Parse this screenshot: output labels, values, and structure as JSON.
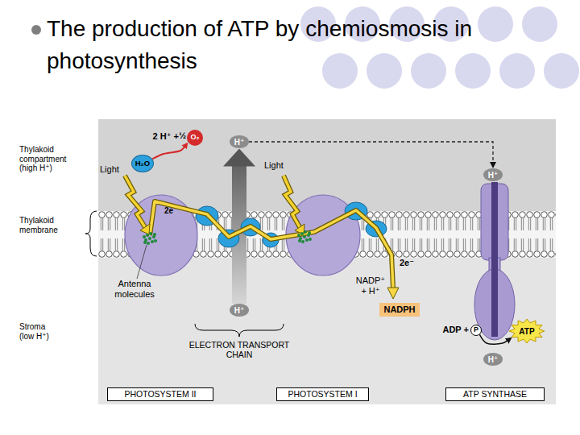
{
  "diagram": {
    "title": "The production of ATP by chemiosmosis in photosynthesis",
    "nodes": [
      {
        "text": [
          "O₂"
        ]
      },
      {
        "text": [
          "H⁺"
        ]
      },
      {
        "text": [
          "H₂O"
        ]
      },
      {
        "text": [
          "H⁺"
        ]
      },
      {
        "text": [
          "H⁺"
        ]
      },
      {
        "text": [
          "NADPH"
        ]
      },
      {
        "text": [
          "P"
        ]
      },
      {
        "text": [
          "ATP"
        ]
      },
      {
        "text": [
          "H⁺"
        ]
      },
      {
        "text": [
          "PHOTOSYSTEM II"
        ]
      },
      {
        "text": [
          "PHOTOSYSTEM I"
        ]
      },
      {
        "text": [
          "ATP SYNTHASE"
        ]
      }
    ],
    "edges": [
      {
        "from": 2,
        "to": 0,
        "arrow": "to"
      },
      {
        "from": 4,
        "to": 1,
        "arrow": "to"
      },
      {
        "from": 1,
        "to": 3,
        "arrow": "to"
      },
      {
        "from": 6,
        "to": 7,
        "arrow": "to"
      }
    ],
    "labels": [
      "Thylakoid compartment (high H⁺)",
      "2 H⁺ +",
      "½",
      "Light",
      "Light",
      "Thylakoid membrane",
      "2e",
      "Antenna molecules",
      "2e⁻",
      "NADP⁺ + H⁺",
      "ADP +",
      "ELECTRON TRANSPORT CHAIN",
      "Stroma (low H⁺)"
    ]
  }
}
